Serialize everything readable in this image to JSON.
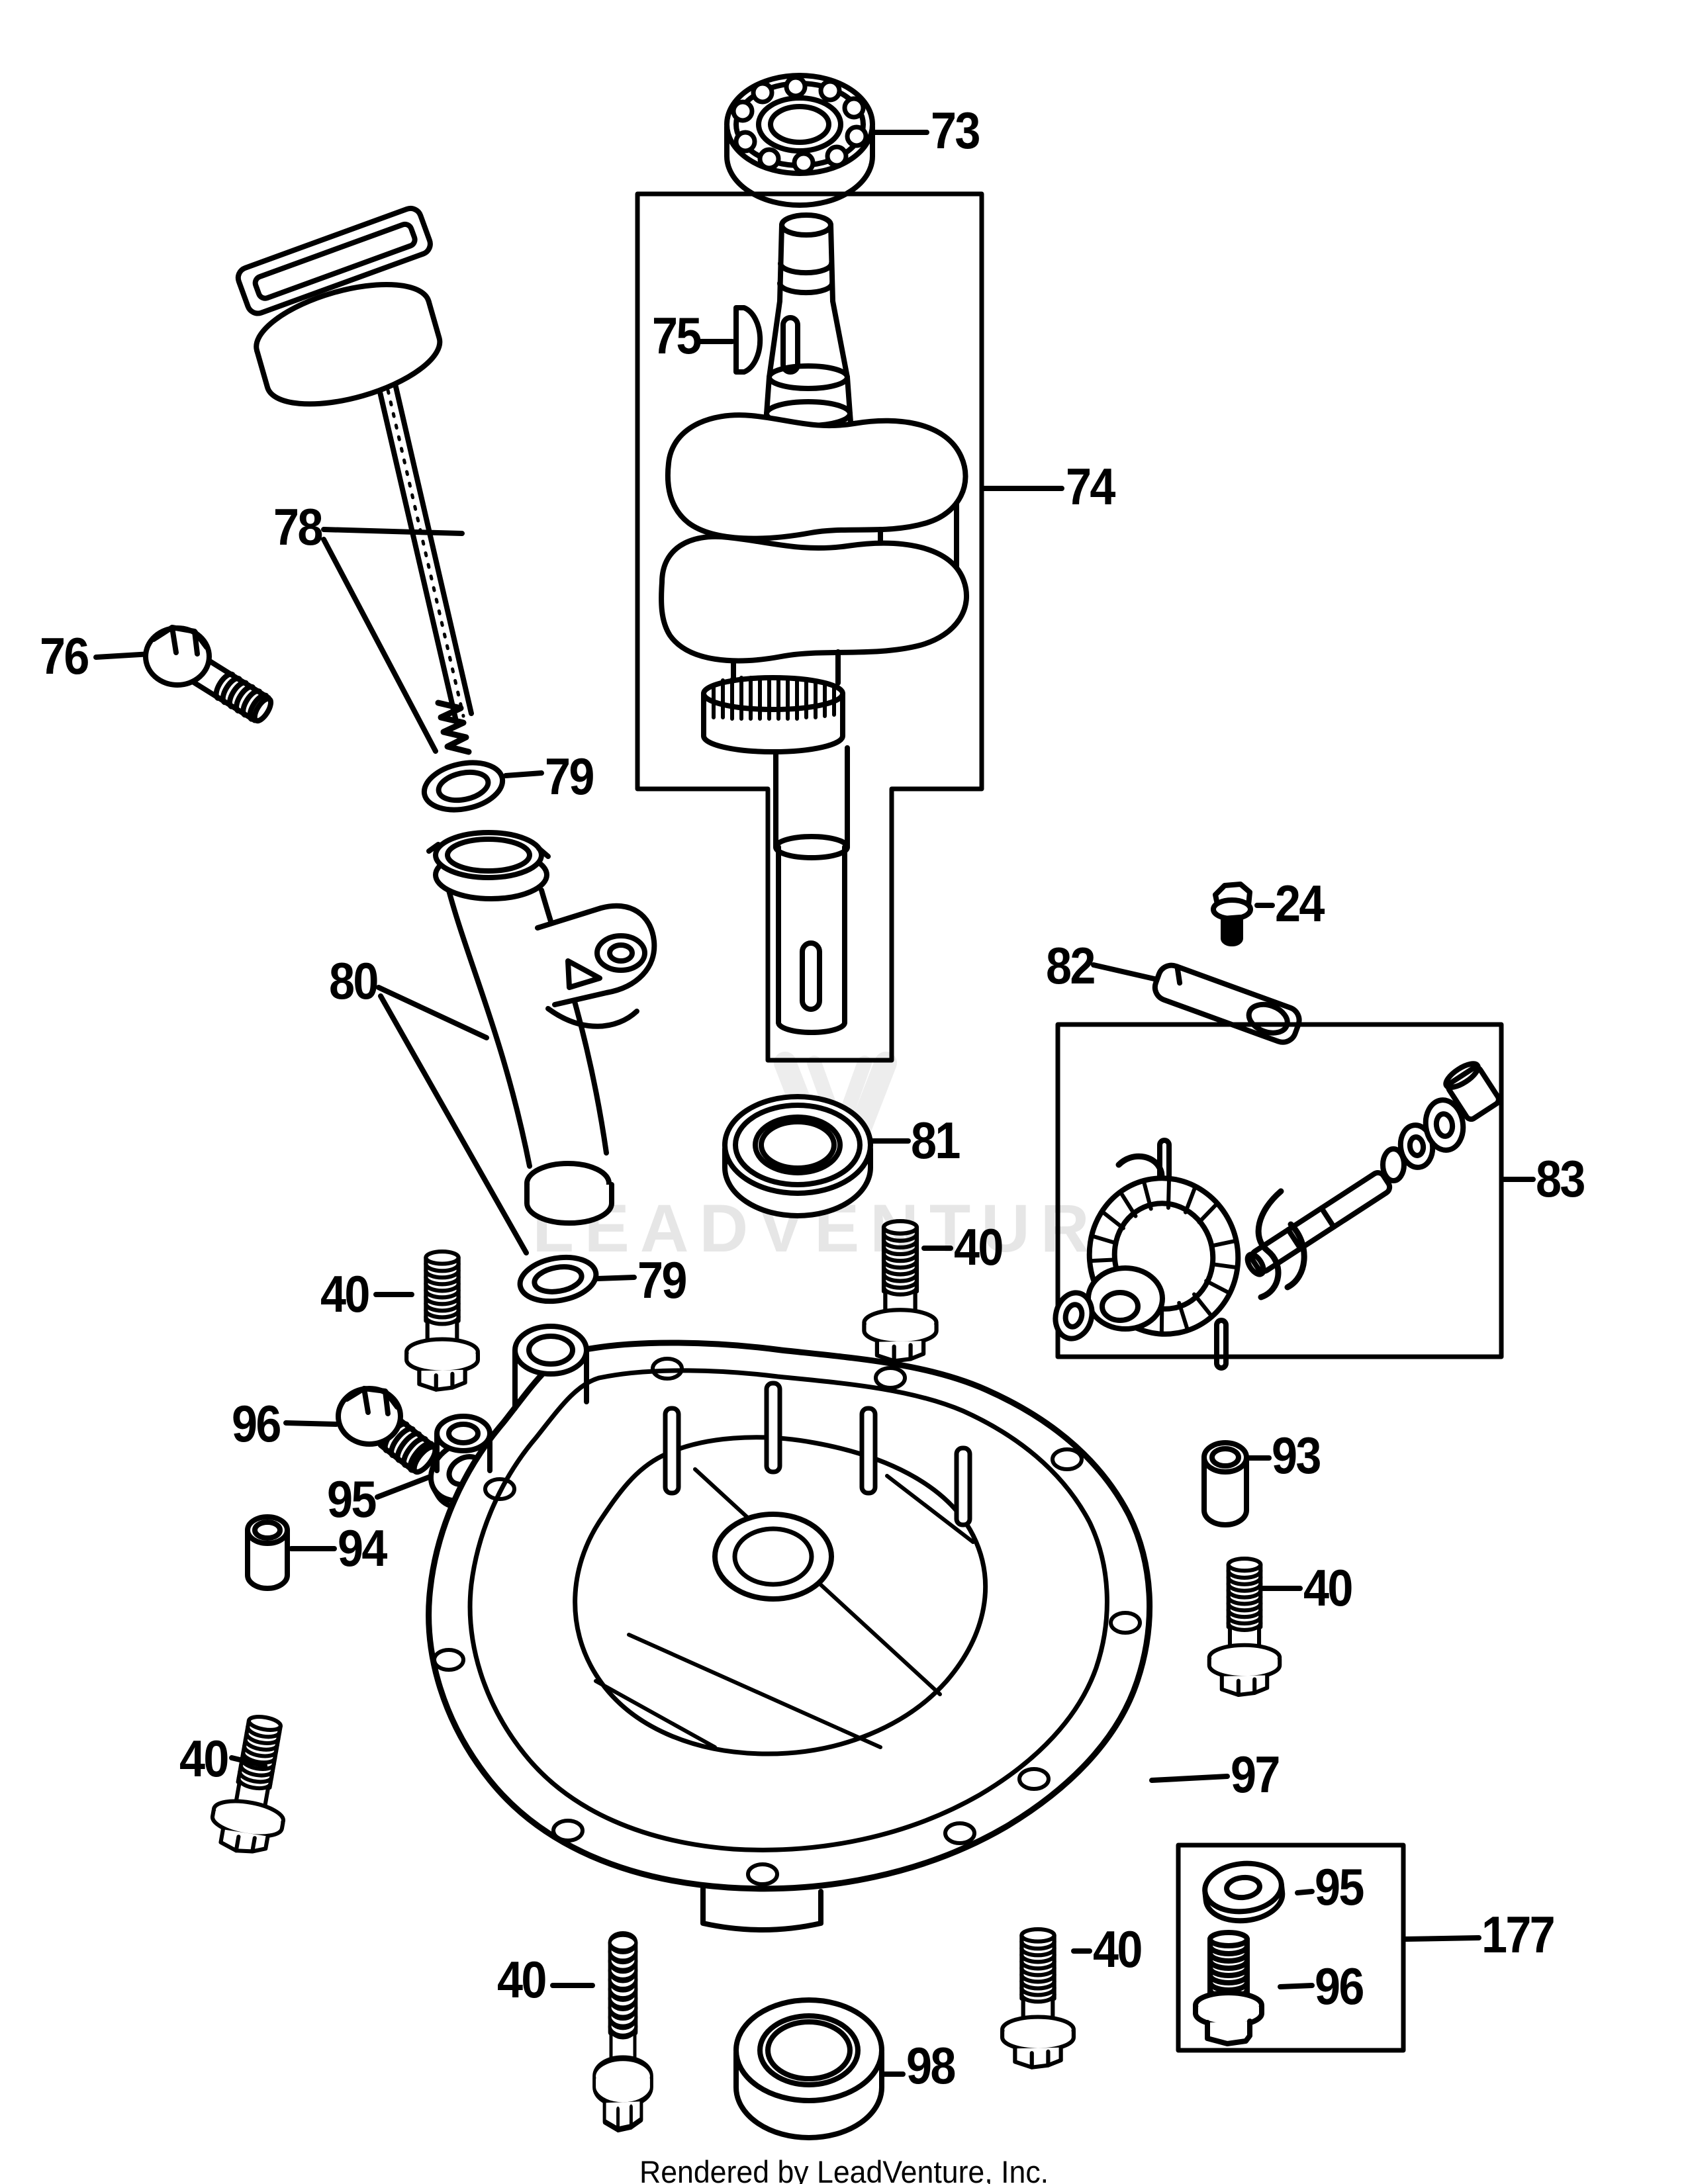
{
  "page": {
    "background_color": "#ffffff",
    "line_color": "#000000",
    "watermark_text": "LEADVENTURE",
    "watermark_logo": "V",
    "watermark_color": "#e6e6e6",
    "footer_text": "Rendered by LeadVenture, Inc."
  },
  "callouts": [
    {
      "part": "73"
    },
    {
      "part": "75"
    },
    {
      "part": "74"
    },
    {
      "part": "78"
    },
    {
      "part": "76"
    },
    {
      "part": "79"
    },
    {
      "part": "80"
    },
    {
      "part": "24"
    },
    {
      "part": "82"
    },
    {
      "part": "81"
    },
    {
      "part": "83"
    },
    {
      "part": "40"
    },
    {
      "part": "40"
    },
    {
      "part": "96"
    },
    {
      "part": "95"
    },
    {
      "part": "94"
    },
    {
      "part": "93"
    },
    {
      "part": "40"
    },
    {
      "part": "79"
    },
    {
      "part": "40"
    },
    {
      "part": "97"
    },
    {
      "part": "40"
    },
    {
      "part": "98"
    },
    {
      "part": "40"
    },
    {
      "part": "95"
    },
    {
      "part": "96"
    },
    {
      "part": "177"
    }
  ]
}
